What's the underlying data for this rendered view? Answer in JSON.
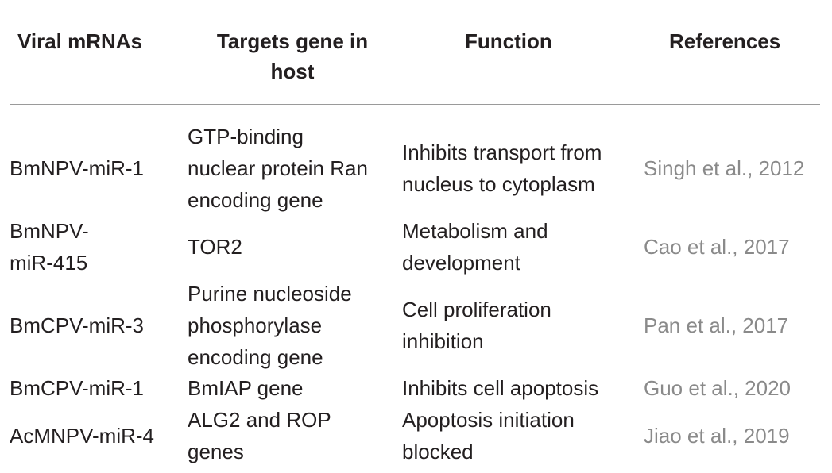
{
  "table": {
    "headers": {
      "col1": "Viral mRNAs",
      "col2_line1": "Targets gene in",
      "col2_line2": "host",
      "col3": "Function",
      "col4": "References"
    },
    "rows": [
      {
        "virus": [
          "BmNPV-miR-1"
        ],
        "target": [
          "GTP-binding",
          "nuclear protein Ran",
          "encoding gene"
        ],
        "function": [
          "Inhibits transport from",
          "nucleus to cytoplasm"
        ],
        "reference": "Singh et al., 2012"
      },
      {
        "virus": [
          "BmNPV-",
          "miR-415"
        ],
        "target": [
          "TOR2"
        ],
        "function": [
          "Metabolism and",
          "development"
        ],
        "reference": "Cao et al., 2017"
      },
      {
        "virus": [
          "BmCPV-miR-3"
        ],
        "target": [
          "Purine nucleoside",
          "phosphorylase",
          "encoding gene"
        ],
        "function": [
          "Cell proliferation",
          "inhibition"
        ],
        "reference": "Pan et al., 2017"
      },
      {
        "virus": [
          "BmCPV-miR-1"
        ],
        "target": [
          "BmIAP gene"
        ],
        "function": [
          "Inhibits cell apoptosis"
        ],
        "reference": "Guo et al., 2020"
      },
      {
        "virus": [
          "AcMNPV-miR-4"
        ],
        "target": [
          "ALG2 and ROP",
          "genes"
        ],
        "function": [
          "Apoptosis initiation",
          "blocked"
        ],
        "reference": "Jiao et al., 2019"
      }
    ]
  }
}
